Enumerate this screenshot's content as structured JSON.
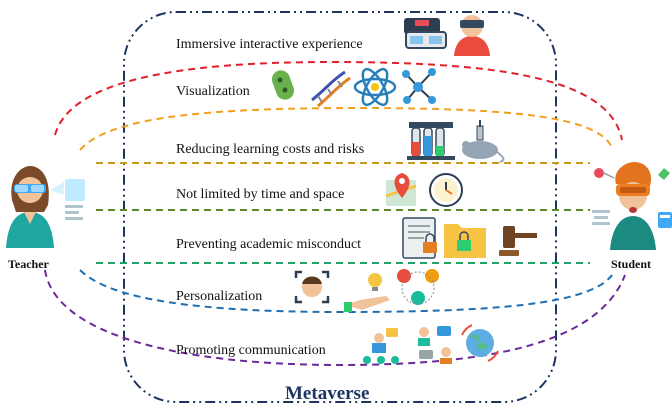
{
  "frame_title": "Metaverse",
  "teacher_label": "Teacher",
  "student_label": "Student",
  "benefits": [
    {
      "label": "Immersive interactive experience",
      "color": "#e0202a",
      "icons": [
        "vr-headset-icon",
        "vr-user-icon"
      ]
    },
    {
      "label": "Visualization",
      "color": "#f0a020",
      "icons": [
        "bacteria-icon",
        "dna-icon",
        "atom-icon",
        "molecule-icon"
      ]
    },
    {
      "label": "Reducing learning costs and risks",
      "color": "#c89a14",
      "icons": [
        "test-tubes-icon",
        "lab-mouse-icon"
      ]
    },
    {
      "label": "Not limited by time and space",
      "color": "#5b8a2a",
      "icons": [
        "map-pin-icon",
        "clock-icon"
      ]
    },
    {
      "label": "Preventing academic misconduct",
      "color": "#1fa36a",
      "icons": [
        "document-lock-icon",
        "folder-lock-icon",
        "gavel-icon"
      ]
    },
    {
      "label": "Personalization",
      "color": "#1f6fb0",
      "icons": [
        "face-scan-icon",
        "hand-bulb-icon",
        "user-group-icon"
      ]
    },
    {
      "label": "Promoting communication",
      "color": "#6a2a9a",
      "icons": [
        "presentation-icon",
        "chat-users-icon",
        "globe-icon"
      ]
    }
  ]
}
